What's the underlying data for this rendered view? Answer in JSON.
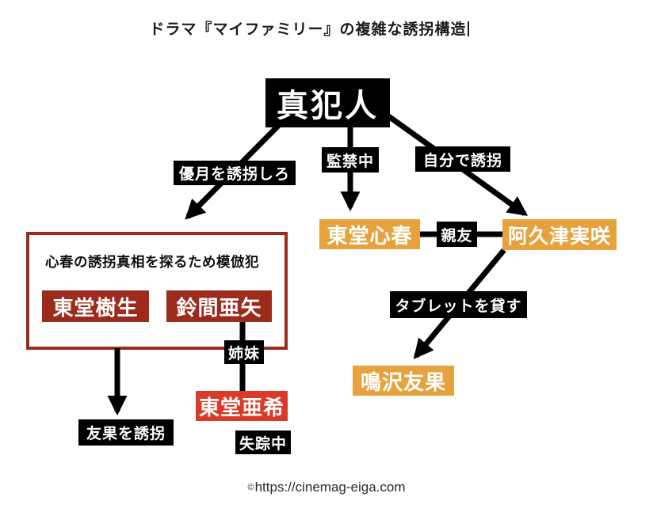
{
  "title": "ドラマ『マイファミリー』の複雑な誘拐構造",
  "nodes": {
    "culprit": "真犯人",
    "koharu": "東堂心春",
    "misaki": "阿久津実咲",
    "yuka": "鳴沢友果",
    "mikio": "東堂樹生",
    "aya": "鈴間亜矢",
    "aki": "東堂亜希"
  },
  "labels": {
    "kidnap_yuzuki": "優月を誘拐しろ",
    "confined": "監禁中",
    "self_kidnap": "自分で誘拐",
    "best_friend": "親友",
    "lend_tablet": "タブレットを貸す",
    "sisters": "姉妹",
    "kidnap_yuka": "友果を誘拐",
    "missing": "失踪中"
  },
  "group": {
    "caption": "心春の誘拐真相を探るため模倣犯"
  },
  "footer": {
    "copyright": "©",
    "url": "https://cinemag-eiga.com"
  },
  "colors": {
    "orange": "#E6A23C",
    "dark_red": "#9C2B1D",
    "bright_red": "#DC3A28",
    "black": "#000000"
  }
}
